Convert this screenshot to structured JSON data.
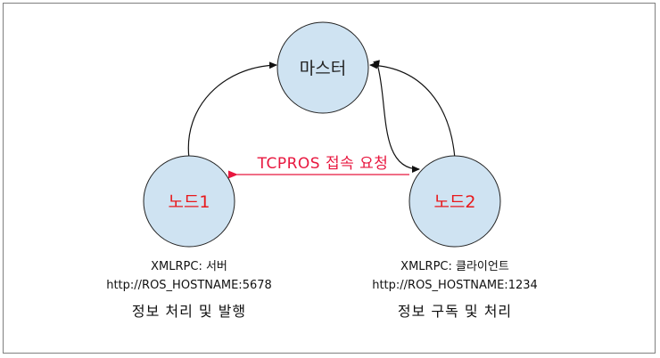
{
  "nodes": {
    "master": {
      "label": "마스터",
      "color": "#cfe3f2",
      "text_color": "#222222"
    },
    "node1": {
      "label": "노드1",
      "color": "#cfe3f2",
      "text_color": "#e8191c"
    },
    "node2": {
      "label": "노드2",
      "color": "#cfe3f2",
      "text_color": "#e8191c"
    }
  },
  "request_arrow": {
    "label": "TCPROS 접속 요청",
    "color": "#e8173f"
  },
  "node1_info": {
    "role": "XMLRPC: 서버",
    "uri": "http://ROS_HOSTNAME:5678",
    "description": "정보 처리 및 발행"
  },
  "node2_info": {
    "role": "XMLRPC: 클라이언트",
    "uri": "http://ROS_HOSTNAME:1234",
    "description": "정보 구독 및 처리"
  }
}
